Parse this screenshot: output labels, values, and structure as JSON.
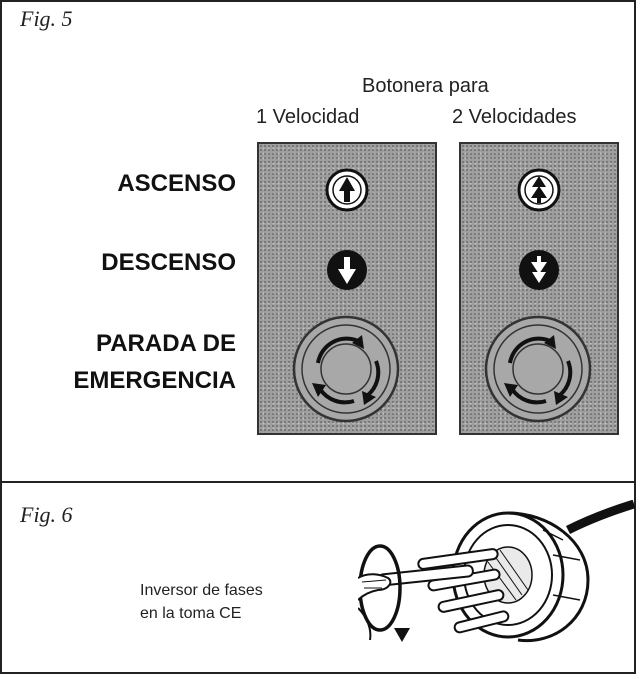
{
  "fig5": {
    "label": "Fig. 5",
    "header_line1": "Botonera para",
    "col1_label": "1 Velocidad",
    "col2_label": "2 Velocidades",
    "rows": {
      "ascenso": "ASCENSO",
      "descenso": "DESCENSO",
      "parada_line1": "PARADA DE",
      "parada_line2": "EMERGENCIA"
    }
  },
  "fig6": {
    "label": "Fig. 6",
    "text_line1": "Inversor de fases",
    "text_line2": "en la toma CE"
  },
  "colors": {
    "panel": "#9e9e9e",
    "border": "#222222",
    "button_dark": "#111111",
    "button_light": "#ffffff"
  },
  "icons": [
    "up-arrow-button-icon",
    "down-arrow-button-icon",
    "double-up-arrow-button-icon",
    "double-down-arrow-button-icon",
    "emergency-stop-rotate-icon",
    "plug-connector-icon"
  ]
}
